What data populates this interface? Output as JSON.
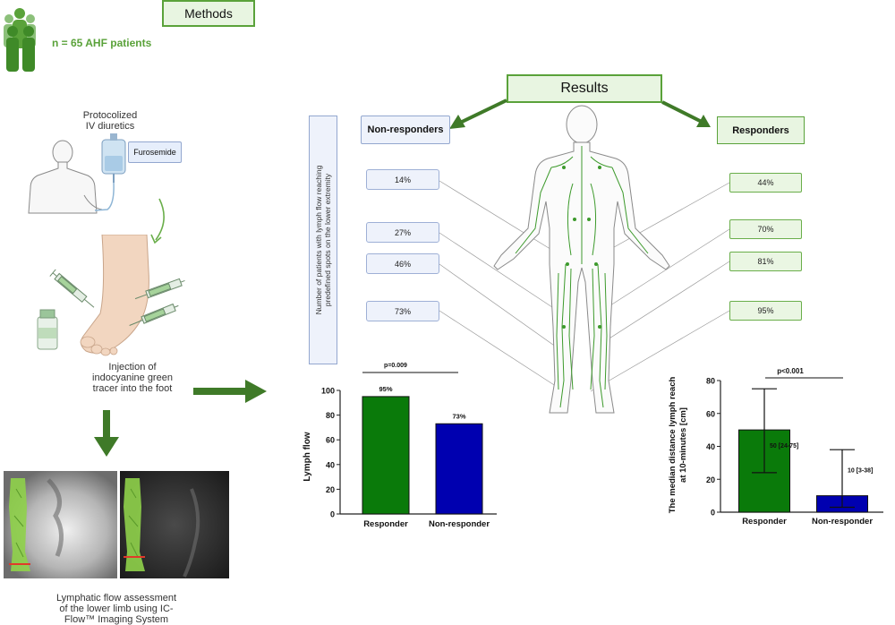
{
  "methods": {
    "title": "Methods",
    "patients": "n = 65 AHF patients",
    "diuretics_line1": "Protocolized",
    "diuretics_line2": "IV diuretics",
    "drug_label": "Furosemide",
    "injection_line1": "Injection of",
    "injection_line2": "indocyanine green",
    "injection_line3": "tracer into the foot",
    "assessment_line1": "Lymphatic flow assessment",
    "assessment_line2": "of the lower limb using IC-",
    "assessment_line3": "Flow™ Imaging System"
  },
  "results": {
    "title": "Results",
    "non_responders_label": "Non-responders",
    "responders_label": "Responders",
    "vertical_label_line1": "Number of patients with lymph flow reaching",
    "vertical_label_line2": "predefined spots on the lower extremity",
    "non_responder_pcts": [
      "14%",
      "27%",
      "46%",
      "73%"
    ],
    "responder_pcts": [
      "44%",
      "70%",
      "81%",
      "95%"
    ]
  },
  "colors": {
    "green": "#0a7a0a",
    "blue": "#0000b0",
    "arrow_green": "#3f7a28",
    "lymph_green": "#3d9a2c"
  },
  "chart_data": [
    {
      "type": "bar",
      "ylabel": "Lymph flow",
      "categories": [
        "Responder",
        "Non-responder"
      ],
      "values": [
        95,
        73
      ],
      "data_labels": [
        "95%",
        "73%"
      ],
      "ylim": [
        0,
        100
      ],
      "yticks": [
        0,
        20,
        40,
        60,
        80,
        100
      ],
      "significance": "p=0.009"
    },
    {
      "type": "bar",
      "ylabel_line1": "The median distance lymph reach",
      "ylabel_line2": "at 10-minutes [cm]",
      "categories": [
        "Responder",
        "Non-responder"
      ],
      "values": [
        50,
        10
      ],
      "error_low": [
        24,
        3
      ],
      "error_high": [
        75,
        38
      ],
      "data_labels": [
        "50 [24-75]",
        "10 [3-38]"
      ],
      "ylim": [
        0,
        80
      ],
      "yticks": [
        0,
        20,
        40,
        60,
        80
      ],
      "significance": "p<0.001"
    }
  ]
}
